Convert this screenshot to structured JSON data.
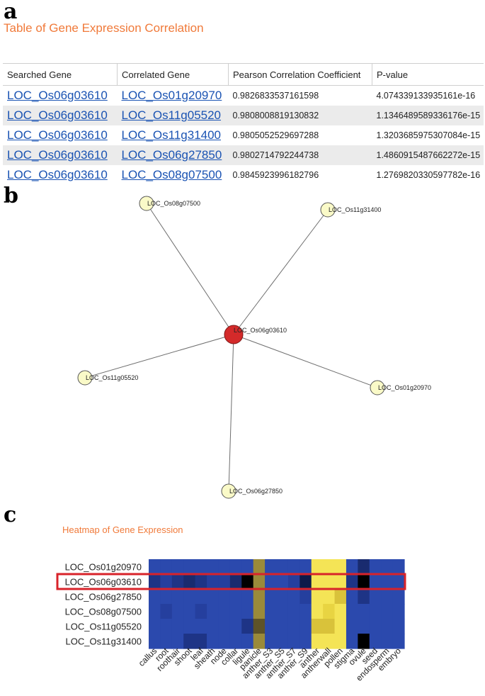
{
  "panels": {
    "a": "a",
    "b": "b",
    "c": "c"
  },
  "table_title": "Table of Gene Expression Correlation",
  "table": {
    "headers": [
      "Searched Gene",
      "Correlated Gene",
      "Pearson Correlation Coefficient",
      "P-value"
    ],
    "rows": [
      [
        "LOC_Os06g03610",
        "LOC_Os01g20970",
        "0.9826833537161598",
        "4.074339133935161e-16"
      ],
      [
        "LOC_Os06g03610",
        "LOC_Os11g05520",
        "0.9808008819130832",
        "1.1346489589336176e-15"
      ],
      [
        "LOC_Os06g03610",
        "LOC_Os11g31400",
        "0.9805052529697288",
        "1.3203685975307084e-15"
      ],
      [
        "LOC_Os06g03610",
        "LOC_Os06g27850",
        "0.9802714792244738",
        "1.4860915487662272e-15"
      ],
      [
        "LOC_Os06g03610",
        "LOC_Os08g07500",
        "0.9845923996182796",
        "1.2769820330597782e-16"
      ]
    ]
  },
  "network": {
    "center": "LOC_Os06g03610",
    "nodes": [
      "LOC_Os08g07500",
      "LOC_Os11g31400",
      "LOC_Os11g05520",
      "LOC_Os01g20970",
      "LOC_Os06g27850"
    ],
    "colors": {
      "center": "#d42a2a",
      "leaf": "#fafac8"
    }
  },
  "heatmap_title": "Heatmap of Gene Expression",
  "heatmap": {
    "rows": [
      "LOC_Os01g20970",
      "LOC_Os06g03610",
      "LOC_Os06g27850",
      "LOC_Os08g07500",
      "LOC_Os11g05520",
      "LOC_Os11g31400"
    ],
    "columns": [
      "callus",
      "root",
      "roothair",
      "shoot",
      "leaf",
      "sheath",
      "node",
      "collar",
      "ligule",
      "panicle",
      "anther_S3",
      "anther_S5",
      "anther_S7",
      "anther_S9",
      "anther",
      "antherwall",
      "pollen",
      "stigma",
      "ovule",
      "seed",
      "endosperm",
      "embryo"
    ],
    "highlighted_row": "LOC_Os06g03610",
    "highlight_color": "#d8232a",
    "colors": {
      "low": "#2b49ad",
      "high": "#f2e24a",
      "mid": "#9a8a3a",
      "black": "#000000"
    }
  }
}
